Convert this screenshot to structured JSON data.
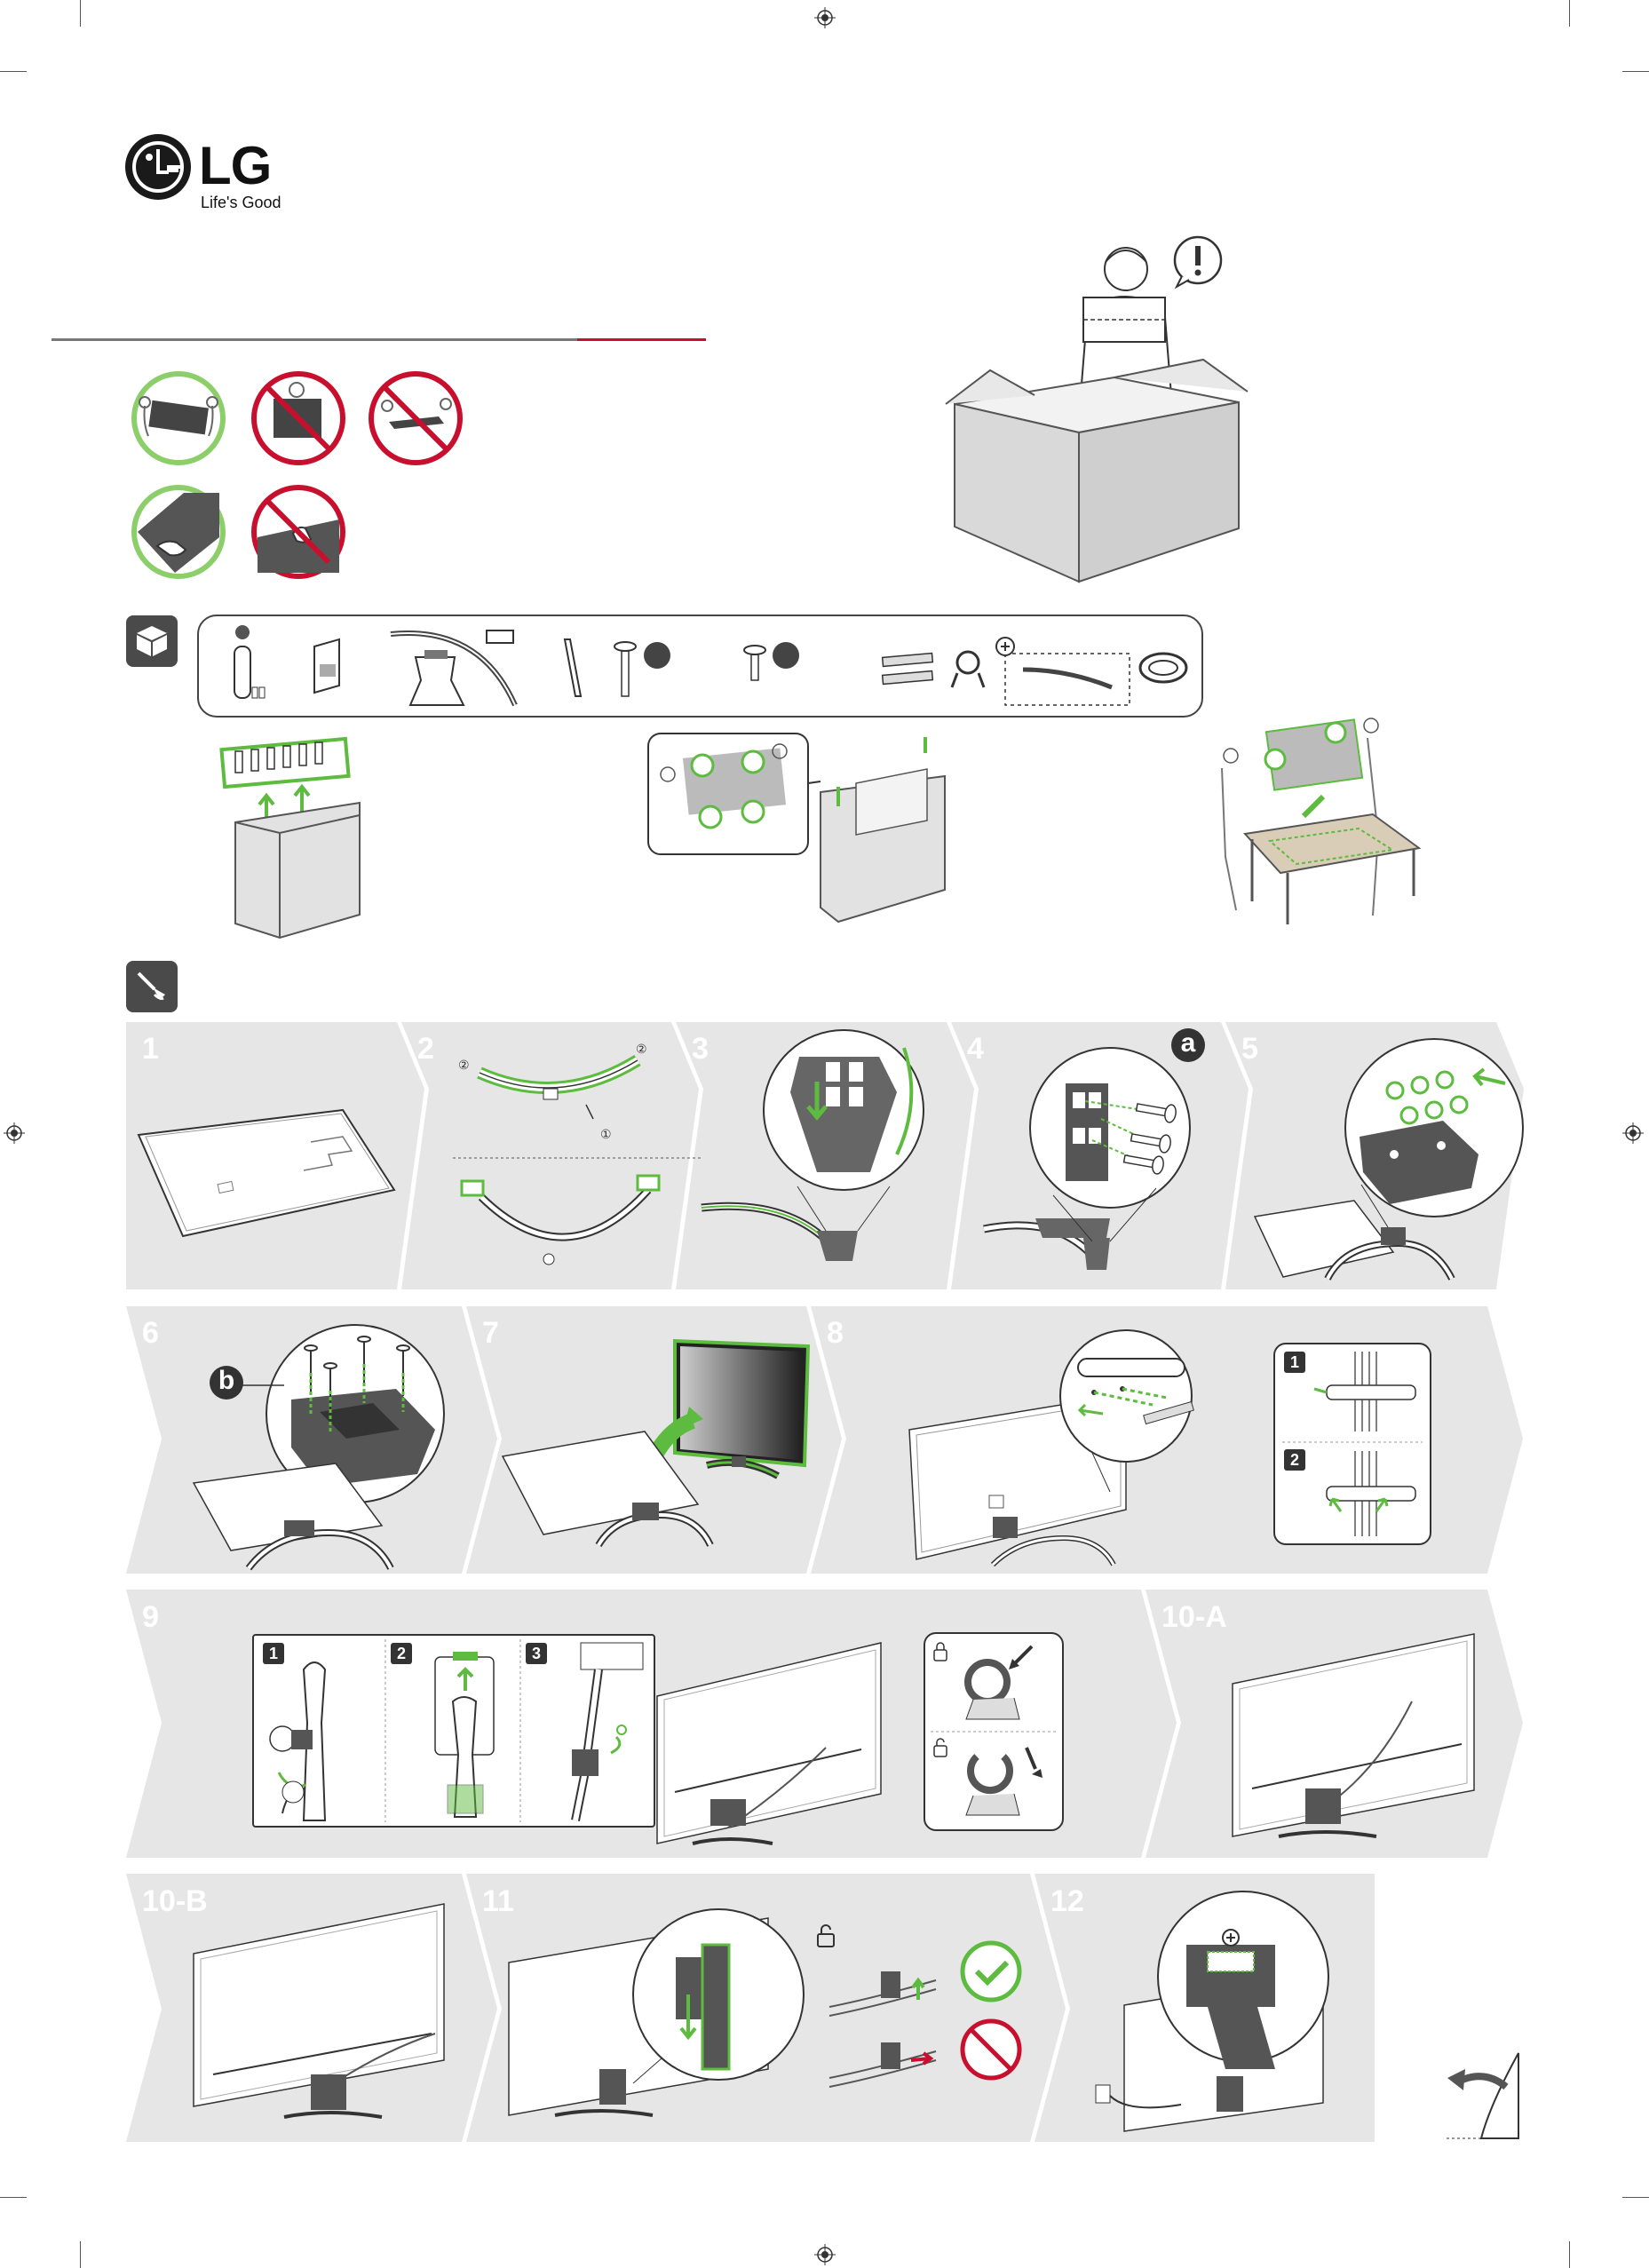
{
  "brand": {
    "logo_letters": "LG",
    "tagline": "Life's Good"
  },
  "colors": {
    "lg_red": "#c8102e",
    "accent_green": "#5dbb3f",
    "prohibit_red": "#c8102e",
    "panel_gray": "#e6e6e6",
    "icon_dark": "#4a4a4a"
  },
  "icons": {
    "box": "box-icon",
    "tools": "screwdriver-icon",
    "warning": "exclamation-icon"
  },
  "callouts": {
    "a": "a",
    "b": "b"
  },
  "steps": {
    "s1": "1",
    "s2": "2",
    "s3": "3",
    "s4": "4",
    "s5": "5",
    "s6": "6",
    "s7": "7",
    "s8": "8",
    "s9": "9",
    "s10a": "10-A",
    "s10b": "10-B",
    "s11": "11",
    "s12": "12"
  },
  "substeps": {
    "one": "1",
    "two": "2",
    "three": "3",
    "circ1": "①",
    "circ2": "②"
  }
}
